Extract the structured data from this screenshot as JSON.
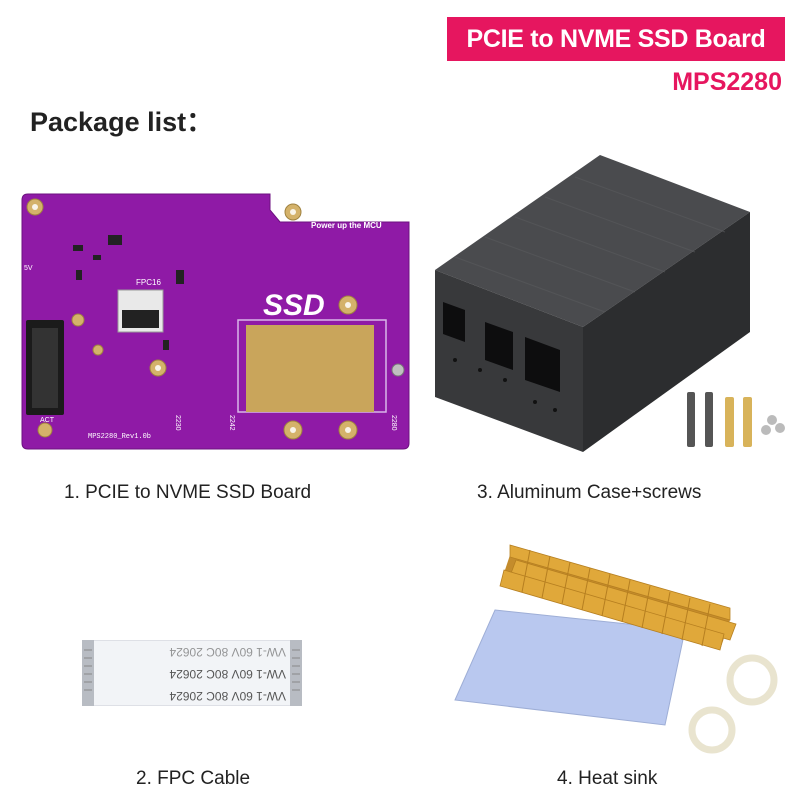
{
  "header": {
    "banner": "PCIE to NVME SSD Board",
    "model": "MPS2280"
  },
  "heading": "Package list：",
  "items": [
    {
      "caption": "1. PCIE to NVME SSD Board",
      "board_text": {
        "power": "Power up the MCU",
        "fpc": "FPC16",
        "ssd": "SSD",
        "rev": "MPS2280_Rev1.0b",
        "s2230": "2230",
        "s2242": "2242",
        "s2280": "2280",
        "fivev": "5V",
        "act": "ACT"
      }
    },
    {
      "caption": "3. Aluminum Case+screws"
    },
    {
      "caption": "2. FPC Cable",
      "cable_text": {
        "line1": "VW-1   60V   80C   20624",
        "line2": "VW-1   60V   80C   20624",
        "line3": "VW-1   60V   80C   20624"
      }
    },
    {
      "caption": "4. Heat sink"
    }
  ],
  "colors": {
    "accent": "#e6165f",
    "pcb": "#8f1aa6",
    "case": "#3a3b3d",
    "heatsink": "#e0a83a",
    "pad": "#b9c8ef"
  }
}
